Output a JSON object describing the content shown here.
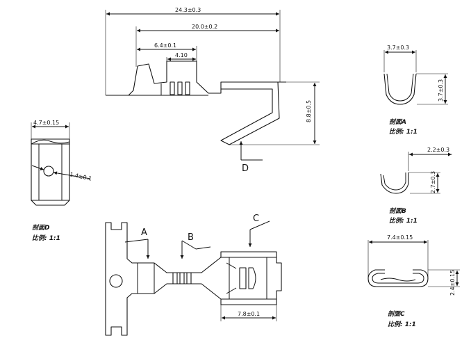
{
  "dimensions": {
    "overall_length": "24.3±0.3",
    "barrel_length": "20.0±0.2",
    "insulation_length": "6.4±0.1",
    "grip_width": "4.10",
    "height": "8.8±0.5",
    "side_width": "4.7±0.15",
    "hole": "1.4±0.1",
    "receptacle_length": "7.8±0.1",
    "sec_a_width": "3.7±0.3",
    "sec_a_height": "3.7±0.3",
    "sec_b_width": "2.2±0.3",
    "sec_b_height": "2.7±0.3",
    "sec_c_width": "7.4±0.15",
    "sec_c_height": "2.4±0.15"
  },
  "callouts": {
    "a": "A",
    "b": "B",
    "c": "C",
    "d": "D"
  },
  "sections": {
    "a": {
      "title": "剖面A",
      "scale": "比例: 1:1"
    },
    "b": {
      "title": "剖面B",
      "scale": "比例: 1:1"
    },
    "c": {
      "title": "剖面C",
      "scale": "比例: 1:1"
    },
    "d": {
      "title": "剖面D",
      "scale": "比例: 1:1"
    }
  }
}
